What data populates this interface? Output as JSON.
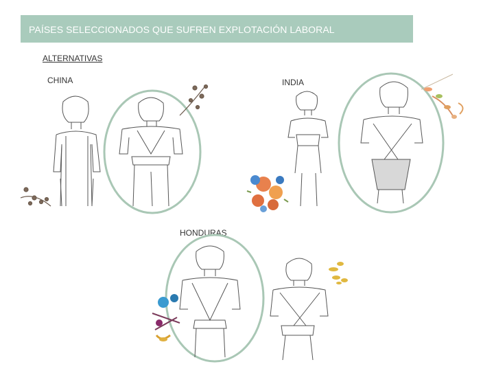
{
  "header": {
    "title": "PAÍSES SELECCIONADOS QUE SUFREN EXPLOTACIÓN LABORAL"
  },
  "section": {
    "subtitle": "ALTERNATIVAS"
  },
  "countries": [
    {
      "label": "CHINA"
    },
    {
      "label": "INDIA"
    },
    {
      "label": "HONDURAS"
    }
  ],
  "colors": {
    "header_bg": "#a9cbbc",
    "ellipse_stroke": "#a9c7b5",
    "sketch": "#444444"
  },
  "icons": [
    "flower-sprig-icon",
    "flower-bouquet-icon",
    "leaf-branch-icon"
  ]
}
